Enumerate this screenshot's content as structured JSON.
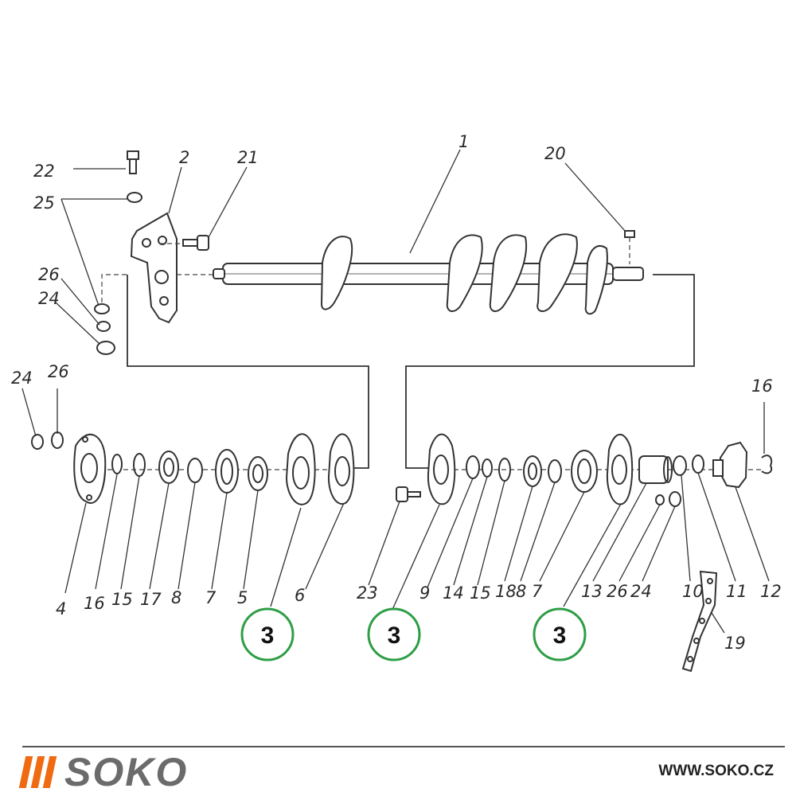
{
  "diagram": {
    "part_numbers": {
      "p1": "1",
      "p2": "2",
      "p4": "4",
      "p5": "5",
      "p6": "6",
      "p7a": "7",
      "p7b": "7",
      "p8a": "8",
      "p8b": "8",
      "p9": "9",
      "p10": "10",
      "p11": "11",
      "p12": "12",
      "p13": "13",
      "p14": "14",
      "p15a": "15",
      "p15b": "15",
      "p16a": "16",
      "p16b": "16",
      "p17": "17",
      "p18": "18",
      "p19": "19",
      "p20": "20",
      "p21": "21",
      "p22": "22",
      "p23": "23",
      "p24a": "24",
      "p24b": "24",
      "p24c": "24",
      "p25": "25",
      "p26a": "26",
      "p26b": "26",
      "p26c": "26"
    },
    "badges": [
      "3",
      "3",
      "3"
    ],
    "badge_color": "#2e9e46"
  },
  "footer": {
    "brand": "SOKO",
    "brand_color": "#6b6b6b",
    "accent_color": "#f06a12",
    "url": "WWW.SOKO.CZ"
  }
}
